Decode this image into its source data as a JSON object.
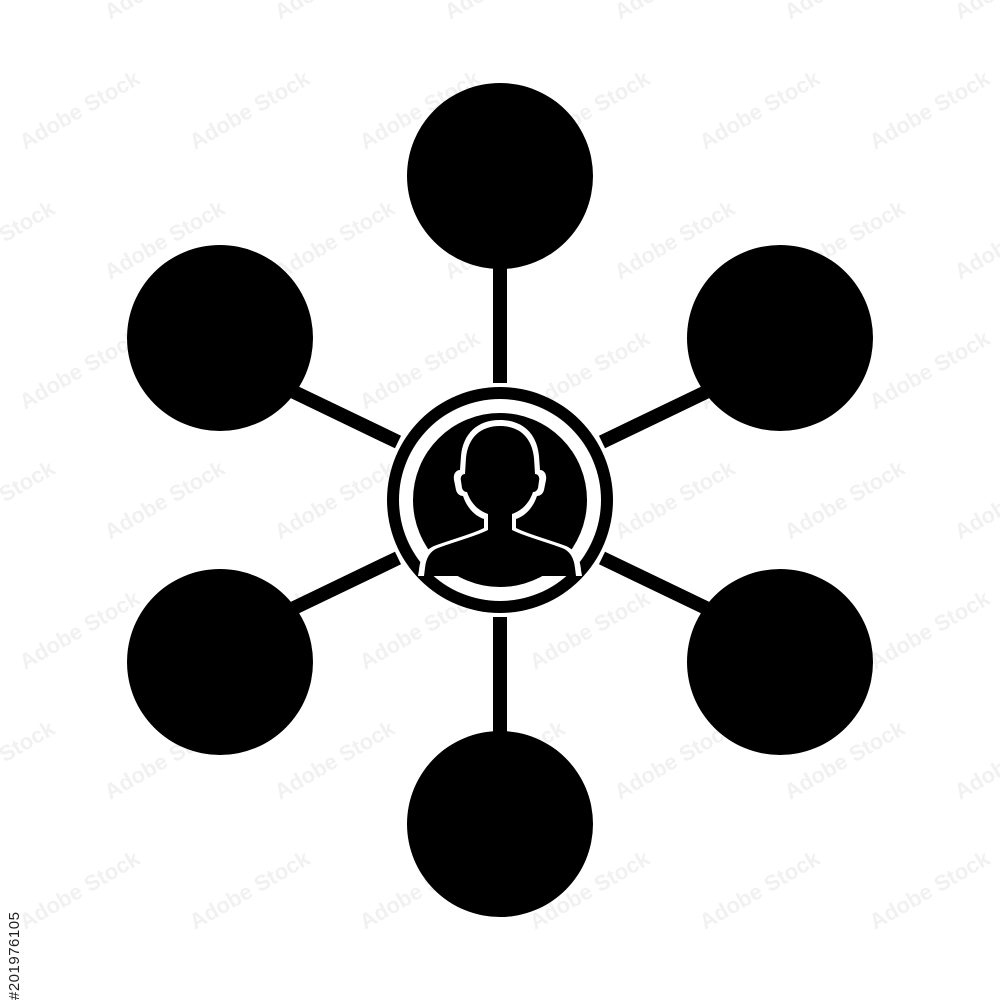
{
  "icon": {
    "name": "user-network-icon",
    "color": "#000000",
    "background": "#ffffff",
    "outer_node_count": 6
  },
  "watermark": {
    "text": "Adobe Stock",
    "color": "#e6e6e6"
  },
  "stock_id": {
    "text": "#201976105",
    "color": "#222222"
  }
}
